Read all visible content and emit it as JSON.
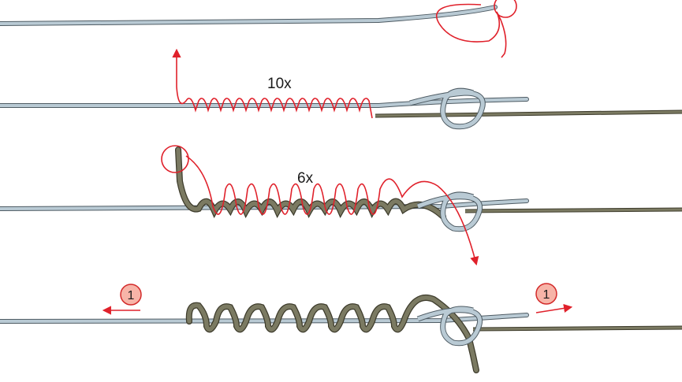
{
  "colors": {
    "mono_line": "#b9cad4",
    "mono_line_edge": "#4e5b63",
    "braid_line": "#7b7a62",
    "braid_line_edge": "#3e3c2c",
    "red_path": "#e0212b",
    "badge_fill": "#f7b4a8",
    "badge_stroke": "#d32a2a"
  },
  "steps": [
    {
      "wrap_count_label": ""
    },
    {
      "wrap_count_label": "10x"
    },
    {
      "wrap_count_label": "6x"
    },
    {
      "wrap_count_label": ""
    }
  ],
  "pull_badges": [
    {
      "label": "1",
      "direction": "left"
    },
    {
      "label": "1",
      "direction": "right"
    }
  ]
}
